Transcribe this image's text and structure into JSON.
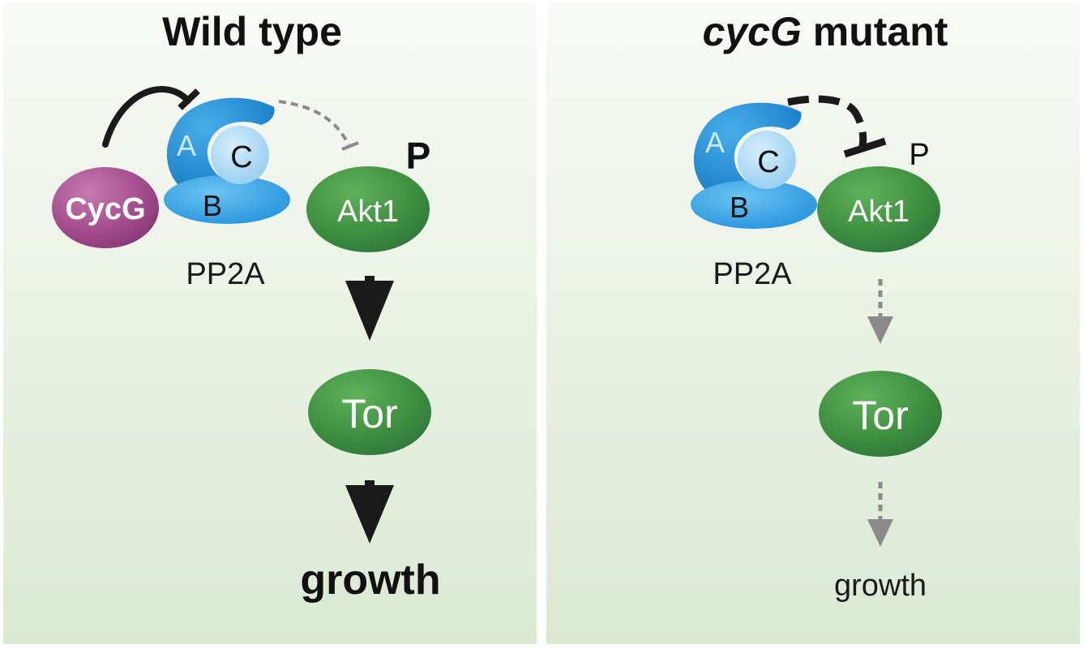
{
  "panels": {
    "wild_type": {
      "title": "Wild type",
      "cycg": "CycG",
      "subunit_a": "A",
      "subunit_b": "B",
      "subunit_c": "C",
      "complex": "PP2A",
      "akt": "Akt1",
      "phospho": "P",
      "tor": "Tor",
      "output": "growth"
    },
    "mutant": {
      "title_gene": "cycG",
      "title_rest": " mutant",
      "subunit_a": "A",
      "subunit_b": "B",
      "subunit_c": "C",
      "complex": "PP2A",
      "akt": "Akt1",
      "phospho": "P",
      "tor": "Tor",
      "output": "growth"
    }
  },
  "colors": {
    "panel_top": "#f7f9f5",
    "panel_bottom": "#dbe9d3",
    "pp2a_blue": "#1a8ed8",
    "pp2a_light": "#a5d6f2",
    "cycg_purple": "#a04a88",
    "node_green": "#3e8f3e",
    "arrow_dark": "#1a1a1a",
    "arrow_gray": "#8a8a8a"
  }
}
